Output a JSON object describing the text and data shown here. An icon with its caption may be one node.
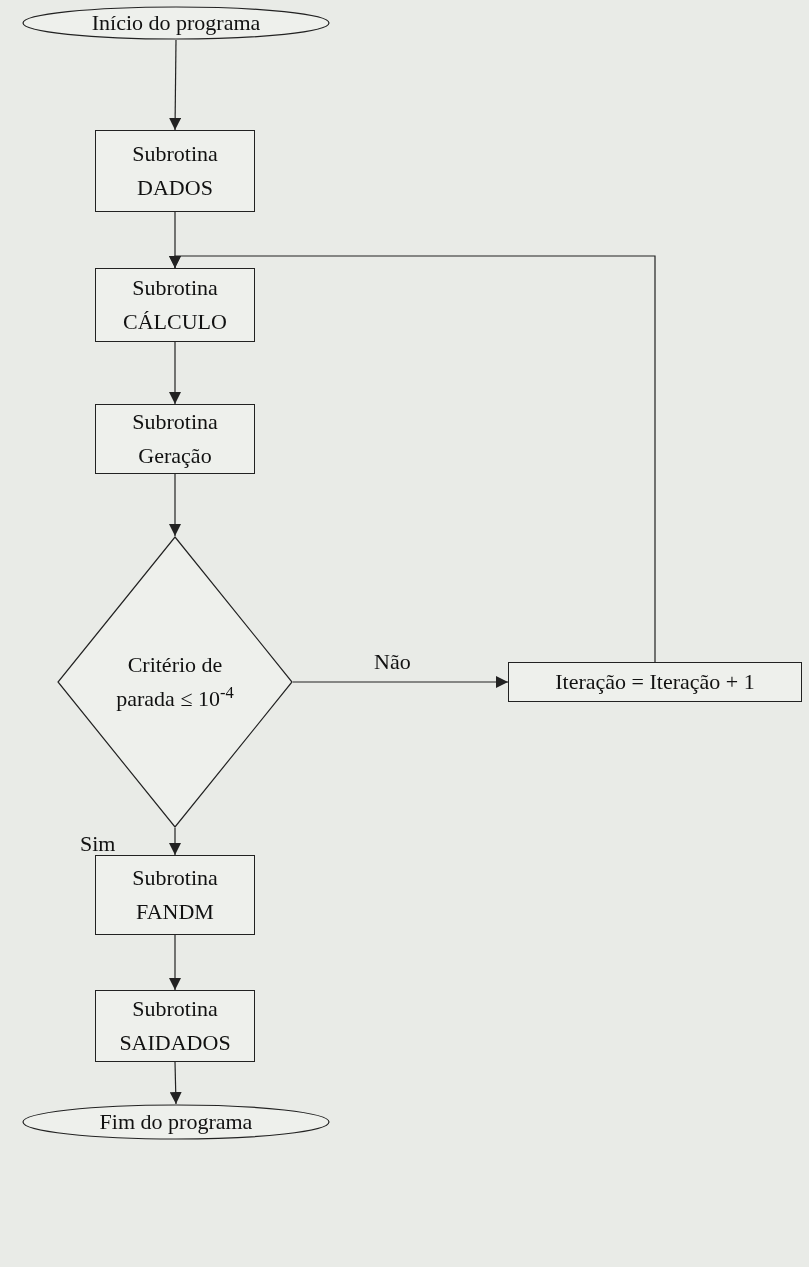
{
  "diagram": {
    "nodes": [
      {
        "text": [
          "Início do programa"
        ]
      },
      {
        "text": [
          "Subrotina DADOS"
        ]
      },
      {
        "text": [
          "Subrotina CÁLCULO"
        ]
      },
      {
        "text": [
          "Subrotina Geração"
        ]
      },
      {
        "text": [
          "Critério de parada ≤ 10$^{-4}$"
        ]
      },
      {
        "text": [
          "Iteração = Iteração + 1"
        ]
      },
      {
        "text": [
          "Subrotina FANDM"
        ]
      },
      {
        "text": [
          "Subrotina SAIDADOS"
        ]
      },
      {
        "text": [
          "Fim do programa"
        ]
      }
    ],
    "edges": [
      {
        "from": 0,
        "to": 1,
        "arrow": "to"
      },
      {
        "from": 1,
        "to": 2,
        "arrow": "to"
      },
      {
        "from": 2,
        "to": 3,
        "arrow": "to"
      },
      {
        "from": 3,
        "to": 4,
        "arrow": "to"
      },
      {
        "from": 4,
        "to": 5,
        "arrow": "to",
        "label": "Não"
      },
      {
        "from": 5,
        "to": 2,
        "arrow": "to"
      },
      {
        "from": 4,
        "to": 6,
        "arrow": "to",
        "label": "Sim"
      },
      {
        "from": 6,
        "to": 7,
        "arrow": "to"
      },
      {
        "from": 7,
        "to": 8,
        "arrow": "to"
      }
    ]
  }
}
